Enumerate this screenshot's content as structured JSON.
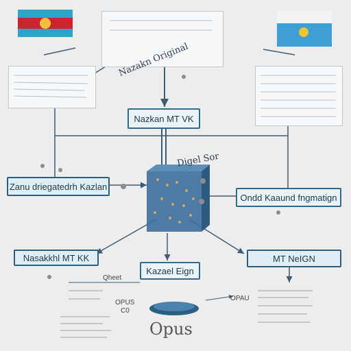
{
  "nodes": {
    "top_center": "Nazakn Original",
    "nazakan_mt": "Nazkan MT VK",
    "zanu_corpus": "Zanu driegatedrh Kazlan",
    "left_bottom": "Nasakkhl MT  KK",
    "kazakel": "Kazael Eign",
    "right_mid": "Ondd Kaaund fngmatign",
    "mt_neign": "MT NeIGN",
    "center_scribble": "Digel Sor",
    "qheet": "Qheet",
    "opus_small": "OPUS",
    "opus_right": "OPAU",
    "opus_title": "Opus",
    "co": "C0"
  },
  "colors": {
    "flag_red": "#c8262c",
    "flag_teal": "#2aa7c7",
    "flag_blue": "#3d9fd3",
    "box_border": "#2f6b8a",
    "arrow": "#3f5c73",
    "cube": "#3a6f9a"
  }
}
